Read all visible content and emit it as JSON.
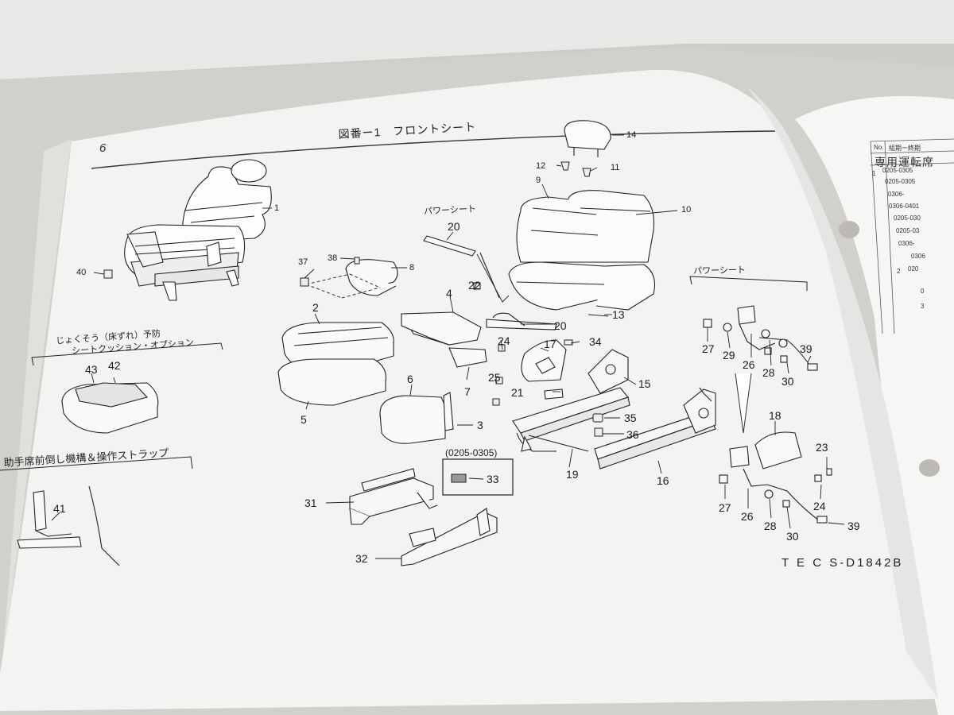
{
  "page": {
    "page_number": "6",
    "title": "図番ー1　フロントシート",
    "diagram_code": "T E C S-D1842B"
  },
  "captions": {
    "power_seat_left": "パワーシート",
    "power_seat_right": "パワーシート",
    "option_line1": "じょくそう（床ずれ）予防",
    "option_line2": "シートクッション・オプション",
    "strap_section": "助手席前倒し機構＆操作ストラップ",
    "date_box": "(0205-0305)"
  },
  "callouts": {
    "p1": "1",
    "p2": "2",
    "p3": "3",
    "p4": "4",
    "p5": "5",
    "p6": "6",
    "p7": "7",
    "p8": "8",
    "p9": "9",
    "p10": "10",
    "p11": "11",
    "p12": "12",
    "p13": "13",
    "p14": "14",
    "p15": "15",
    "p16": "16",
    "p17": "17",
    "p18": "18",
    "p19": "19",
    "p20a": "20",
    "p20b": "20",
    "p21": "21",
    "p22": "22",
    "p23": "23",
    "p24a": "24",
    "p24b": "24",
    "p25": "25",
    "p26a": "26",
    "p26b": "26",
    "p27a": "27",
    "p27b": "27",
    "p28a": "28",
    "p28b": "28",
    "p29": "29",
    "p30a": "30",
    "p30b": "30",
    "p31": "31",
    "p32": "32",
    "p33": "33",
    "p34": "34",
    "p35": "35",
    "p36": "36",
    "p37": "37",
    "p38": "38",
    "p39a": "39",
    "p39b": "39",
    "p40": "40",
    "p41": "41",
    "p42": "42",
    "p43": "43"
  },
  "side_table": {
    "header_no": "No.",
    "header_period": "組期ー終期",
    "header_section": "専用運転席",
    "row1": "0205-0305",
    "row2": "0205-0305",
    "row3": "0306-",
    "row4": "0306-0401",
    "row5": "0205-030",
    "row6": "0205-03",
    "row7": "0306-",
    "row8": "0306",
    "row9": "020",
    "row10": "0",
    "num1": "1",
    "num2": "2",
    "num3": "3"
  }
}
